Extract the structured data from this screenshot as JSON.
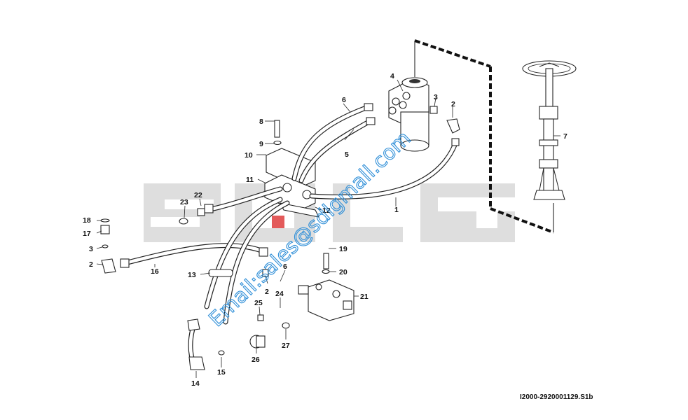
{
  "diagram": {
    "reference_code": "I2000-2920001129.S1b",
    "watermark_text": "SDLG",
    "email_watermark": "Email:sales@sdlgmall.com",
    "callouts": [
      {
        "id": "c1",
        "text": "1"
      },
      {
        "id": "c2a",
        "text": "2"
      },
      {
        "id": "c2b",
        "text": "2"
      },
      {
        "id": "c2c",
        "text": "2"
      },
      {
        "id": "c3a",
        "text": "3"
      },
      {
        "id": "c3b",
        "text": "3"
      },
      {
        "id": "c4",
        "text": "4"
      },
      {
        "id": "c5",
        "text": "5"
      },
      {
        "id": "c6a",
        "text": "6"
      },
      {
        "id": "c6b",
        "text": "6"
      },
      {
        "id": "c7",
        "text": "7"
      },
      {
        "id": "c8",
        "text": "8"
      },
      {
        "id": "c9",
        "text": "9"
      },
      {
        "id": "c10",
        "text": "10"
      },
      {
        "id": "c11",
        "text": "11"
      },
      {
        "id": "c12",
        "text": "12"
      },
      {
        "id": "c13",
        "text": "13"
      },
      {
        "id": "c14",
        "text": "14"
      },
      {
        "id": "c15",
        "text": "15"
      },
      {
        "id": "c16",
        "text": "16"
      },
      {
        "id": "c17",
        "text": "17"
      },
      {
        "id": "c18",
        "text": "18"
      },
      {
        "id": "c19",
        "text": "19"
      },
      {
        "id": "c20",
        "text": "20"
      },
      {
        "id": "c21",
        "text": "21"
      },
      {
        "id": "c22",
        "text": "22"
      },
      {
        "id": "c23",
        "text": "23"
      },
      {
        "id": "c24",
        "text": "24"
      },
      {
        "id": "c25",
        "text": "25"
      },
      {
        "id": "c26",
        "text": "26"
      },
      {
        "id": "c27",
        "text": "27"
      }
    ]
  }
}
